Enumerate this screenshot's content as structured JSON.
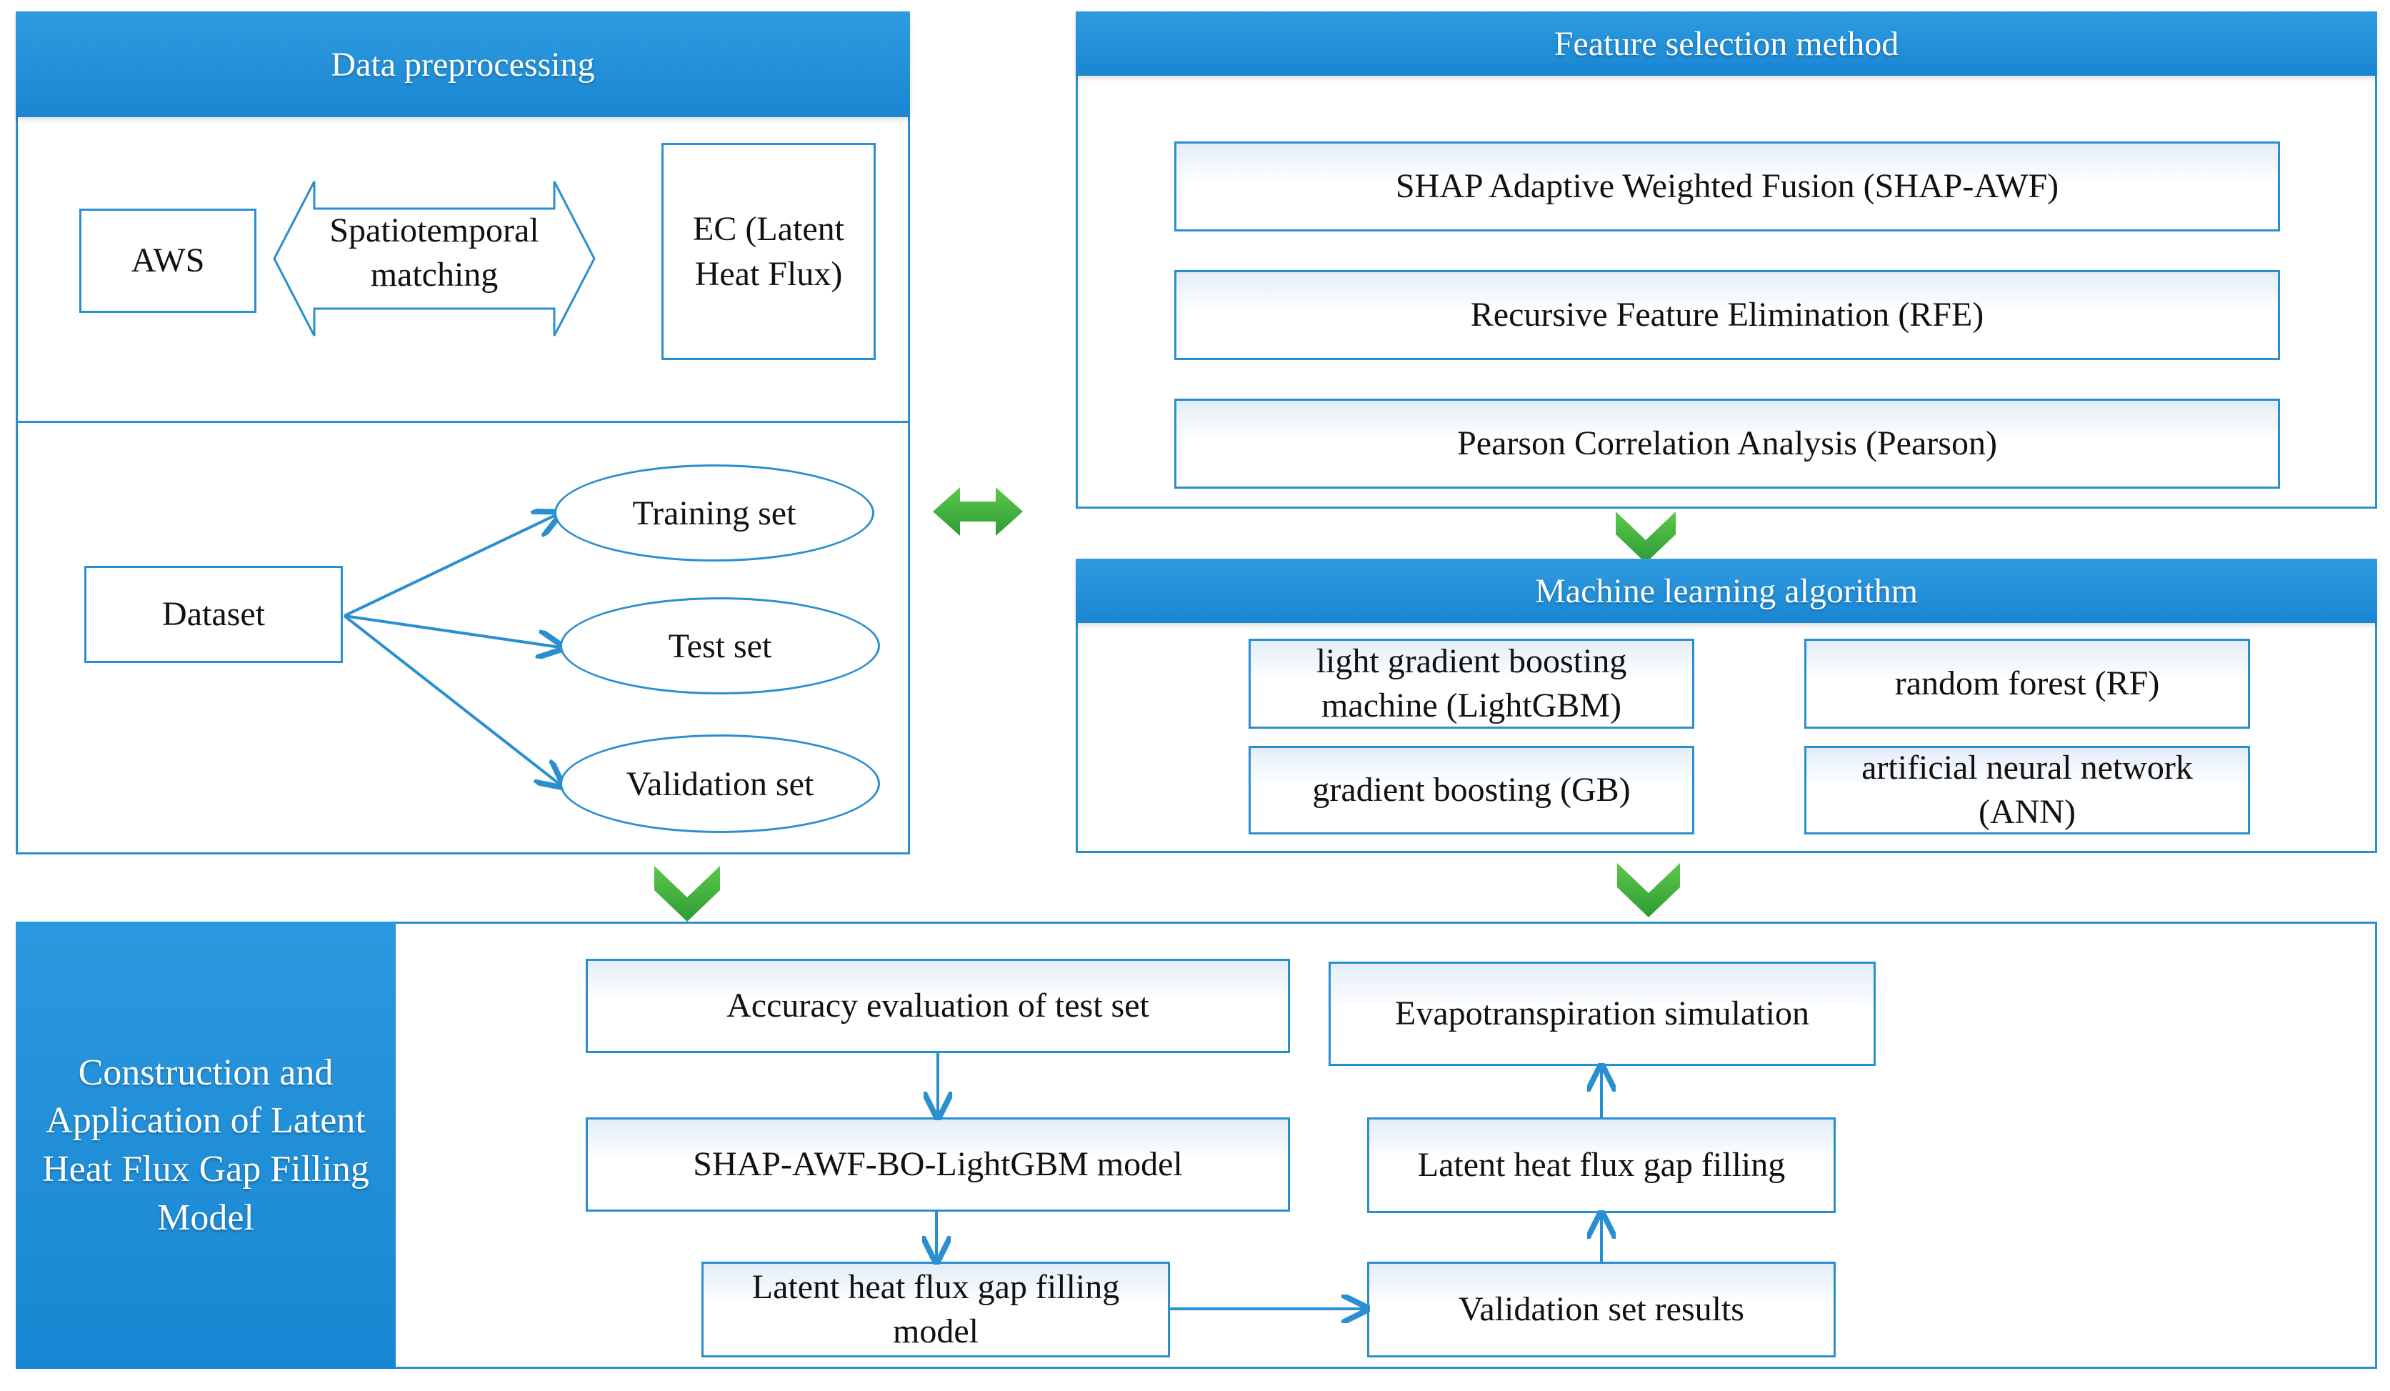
{
  "data_preprocessing": {
    "title": "Data preprocessing",
    "aws": "AWS",
    "matching": "Spatiotemporal matching",
    "ec": "EC (Latent Heat Flux)",
    "dataset": "Dataset",
    "training": "Training set",
    "test": "Test set",
    "validation": "Validation set"
  },
  "feature_selection": {
    "title": "Feature selection method",
    "methods": [
      "SHAP Adaptive Weighted Fusion (SHAP-AWF)",
      "Recursive Feature Elimination (RFE)",
      "Pearson Correlation Analysis (Pearson)"
    ]
  },
  "ml_algorithm": {
    "title": "Machine learning algorithm",
    "lightgbm": "light gradient boosting machine (LightGBM)",
    "rf": "random forest (RF)",
    "gb": "gradient boosting (GB)",
    "ann": "artificial neural network (ANN)"
  },
  "construction": {
    "title": "Construction and Application of Latent Heat Flux Gap Filling Model",
    "accuracy": "Accuracy evaluation of test set",
    "model": "SHAP-AWF-BO-LightGBM model",
    "gap_model": "Latent heat flux gap filling model",
    "validation_results": "Validation set results",
    "gap_filling": "Latent heat flux gap filling",
    "et_simulation": "Evapotranspiration simulation"
  },
  "colors": {
    "header_blue": "#1a86d2",
    "border_blue": "#2a8fd0",
    "arrow_green": "#3aa93a"
  }
}
